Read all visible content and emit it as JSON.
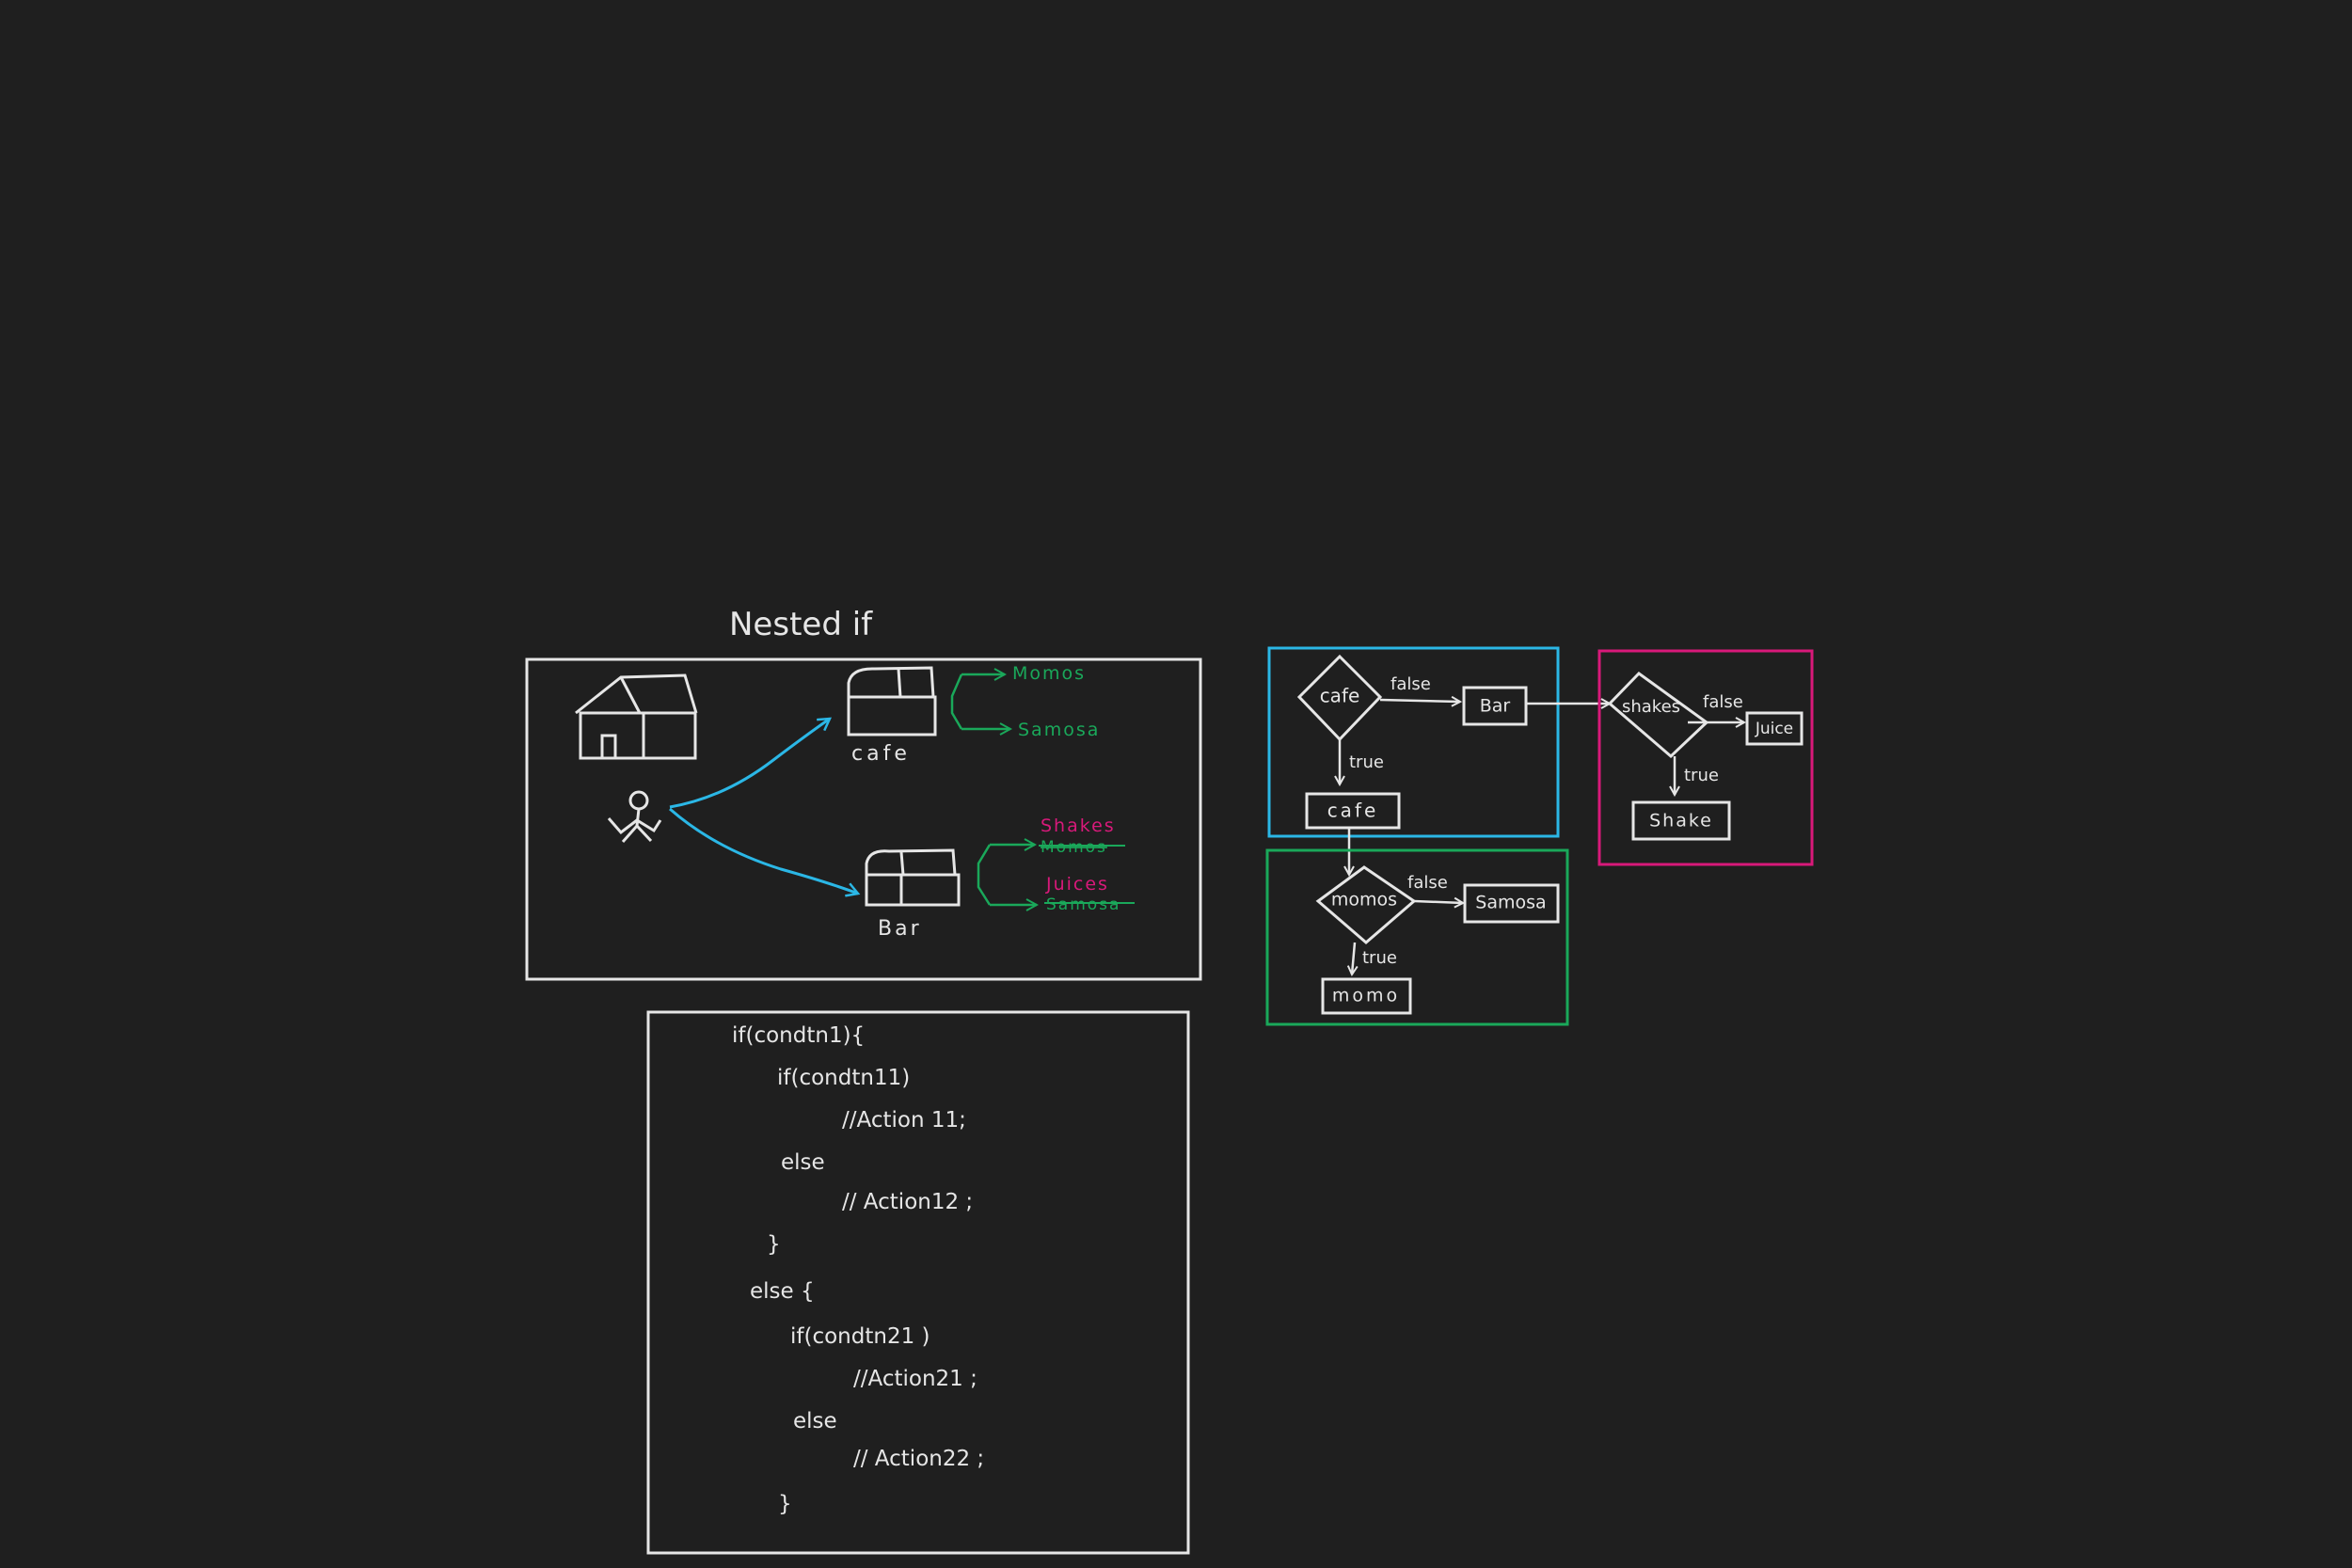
{
  "title": "Nested if",
  "colors": {
    "background": "#1f1f1f",
    "stroke": "#e6e6e6",
    "cyan": "#2bb7e6",
    "green": "#1aa85a",
    "magenta": "#d8197a"
  },
  "scene": {
    "cafe_label": "cafe",
    "bar_label": "Bar",
    "cafe_items": [
      "Momos",
      "Samosa"
    ],
    "bar_items_new": [
      "Shakes",
      "Juices"
    ],
    "bar_items_struck": [
      "Momos",
      "Samosa"
    ]
  },
  "flowchart": {
    "blue": {
      "decision": "cafe",
      "false_label": "false",
      "false_target": "Bar",
      "true_label": "true",
      "true_target": "cafe"
    },
    "green": {
      "decision": "momos",
      "false_label": "false",
      "false_target": "Samosa",
      "true_label": "true",
      "true_target": "momo"
    },
    "magenta": {
      "decision": "shakes",
      "false_label": "false",
      "false_target": "Juice",
      "true_label": "true",
      "true_target": "Shake"
    }
  },
  "code_lines": [
    "if(condtn1){",
    "if(condtn11)",
    "//Action 11;",
    "else",
    "// Action12 ;",
    "}",
    "else {",
    "if(condtn21 )",
    "//Action21 ;",
    "else",
    "// Action22 ;",
    "}"
  ]
}
